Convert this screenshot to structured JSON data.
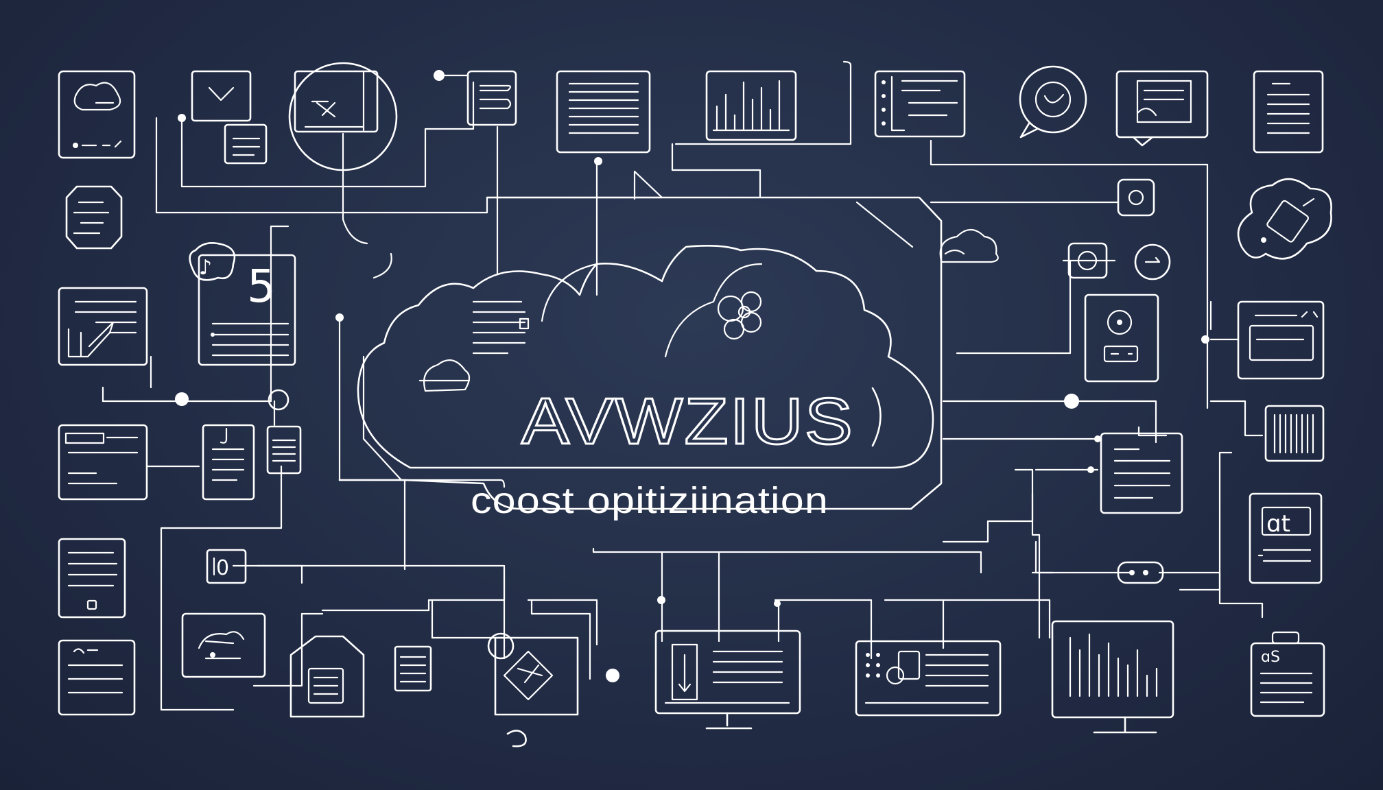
{
  "diagram": {
    "brand": "AVWZIUS",
    "tagline": "coost opitiziination",
    "icon_glyphs": {
      "number": "5",
      "note": "♪",
      "arrow": "↓",
      "text_box": "ɑt",
      "lens": "0",
      "pc": "ɑS"
    }
  },
  "colors": {
    "background": "#222c45",
    "line": "#ffffff"
  }
}
